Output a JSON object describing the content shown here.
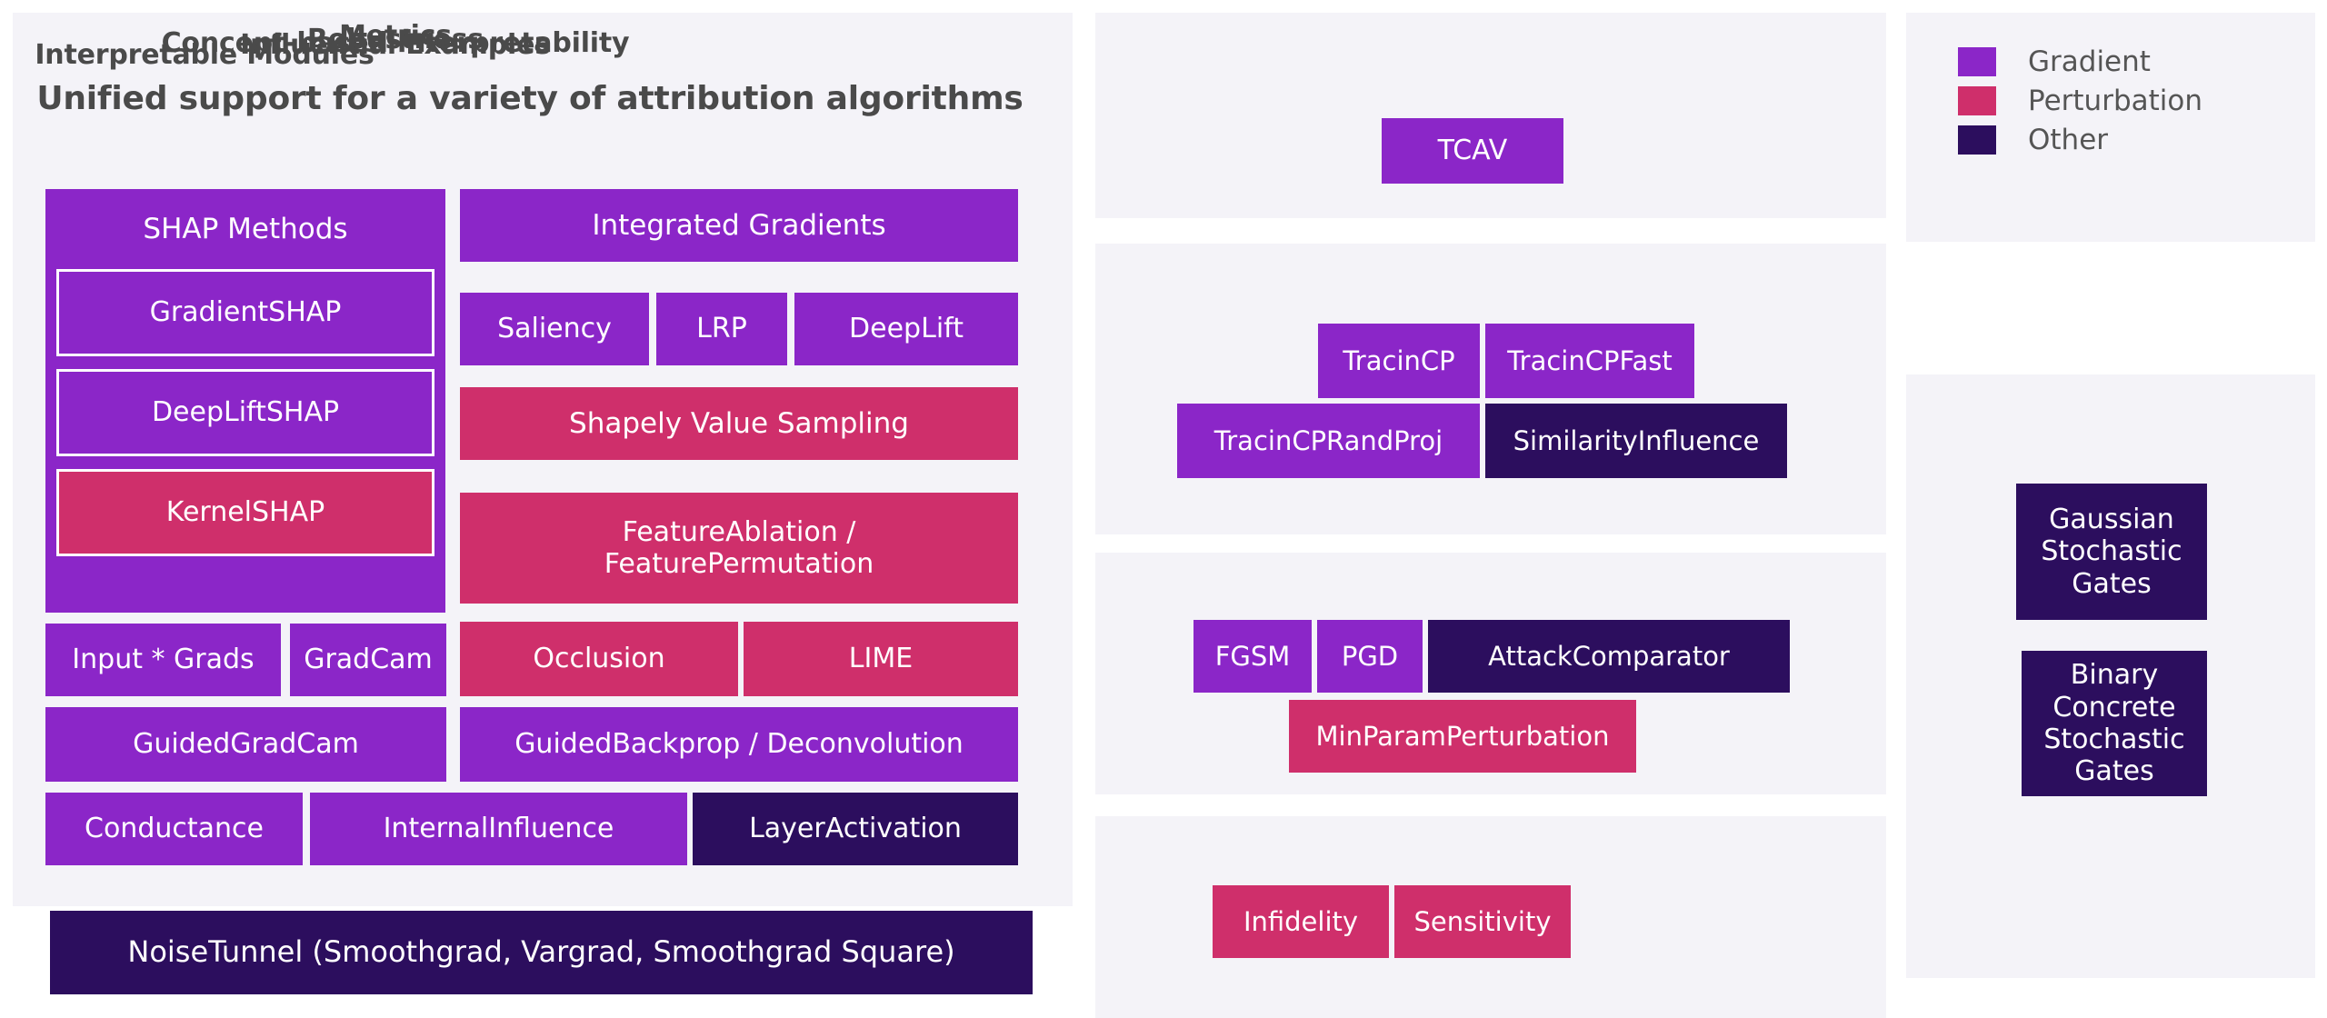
{
  "colors": {
    "gradient": "#8b26c8",
    "perturbation": "#cf2f6b",
    "other": "#2c0e5e",
    "panel_background": "#f4f3f8",
    "page_background": "#ffffff",
    "title_text": "#4a4a4a",
    "box_text": "#ffffff",
    "legend_text": "#555555"
  },
  "left_panel": {
    "title": "Unified support for a variety of attribution algorithms",
    "shap_group": {
      "header": "SHAP Methods",
      "category": "gradient",
      "children": [
        {
          "label": "GradientSHAP",
          "category": "gradient",
          "outlined": true
        },
        {
          "label": "DeepLiftSHAP",
          "category": "gradient",
          "outlined": true
        },
        {
          "label": "KernelSHAP",
          "category": "perturbation",
          "outlined": true
        }
      ]
    },
    "boxes": {
      "integrated_gradients": "Integrated Gradients",
      "saliency": "Saliency",
      "lrp": "LRP",
      "deeplift": "DeepLift",
      "shapely_value_sampling": "Shapely Value Sampling",
      "feature_ablation": "FeatureAblation /\nFeaturePermutation",
      "occlusion": "Occlusion",
      "lime": "LIME",
      "input_grads": "Input * Grads",
      "gradcam": "GradCam",
      "guided_gradcam": "GuidedGradCam",
      "guided_backprop": "GuidedBackprop / Deconvolution",
      "conductance": "Conductance",
      "internal_influence": "InternalInfluence",
      "layer_activation": "LayerActivation"
    },
    "noise_tunnel": "NoiseTunnel (Smoothgrad, Vargrad, Smoothgrad Square)"
  },
  "concept_panel": {
    "title": "Concept-based interpretability",
    "items": [
      {
        "label": "TCAV",
        "category": "gradient"
      }
    ]
  },
  "influential_panel": {
    "title": "Influential Examples",
    "items": [
      {
        "label": "TracinCP",
        "category": "gradient"
      },
      {
        "label": "TracinCPFast",
        "category": "gradient"
      },
      {
        "label": "TracinCPRandProj",
        "category": "gradient"
      },
      {
        "label": "SimilarityInfluence",
        "category": "other"
      }
    ]
  },
  "robustness_panel": {
    "title": "Robustness",
    "items": [
      {
        "label": "FGSM",
        "category": "gradient"
      },
      {
        "label": "PGD",
        "category": "gradient"
      },
      {
        "label": "AttackComparator",
        "category": "other"
      },
      {
        "label": "MinParamPerturbation",
        "category": "perturbation"
      }
    ]
  },
  "metrics_panel": {
    "title": "Metrics",
    "items": [
      {
        "label": "Infidelity",
        "category": "perturbation"
      },
      {
        "label": "Sensitivity",
        "category": "perturbation"
      }
    ]
  },
  "legend": {
    "items": [
      {
        "label": "Gradient",
        "color": "#8b26c8"
      },
      {
        "label": "Perturbation",
        "color": "#cf2f6b"
      },
      {
        "label": "Other",
        "color": "#2c0e5e"
      }
    ]
  },
  "modules_panel": {
    "title": "Interpretable Modules",
    "items": [
      {
        "label": "Gaussian\nStochastic Gates",
        "category": "other"
      },
      {
        "label": "Binary Concrete\nStochastic Gates",
        "category": "other"
      }
    ]
  }
}
